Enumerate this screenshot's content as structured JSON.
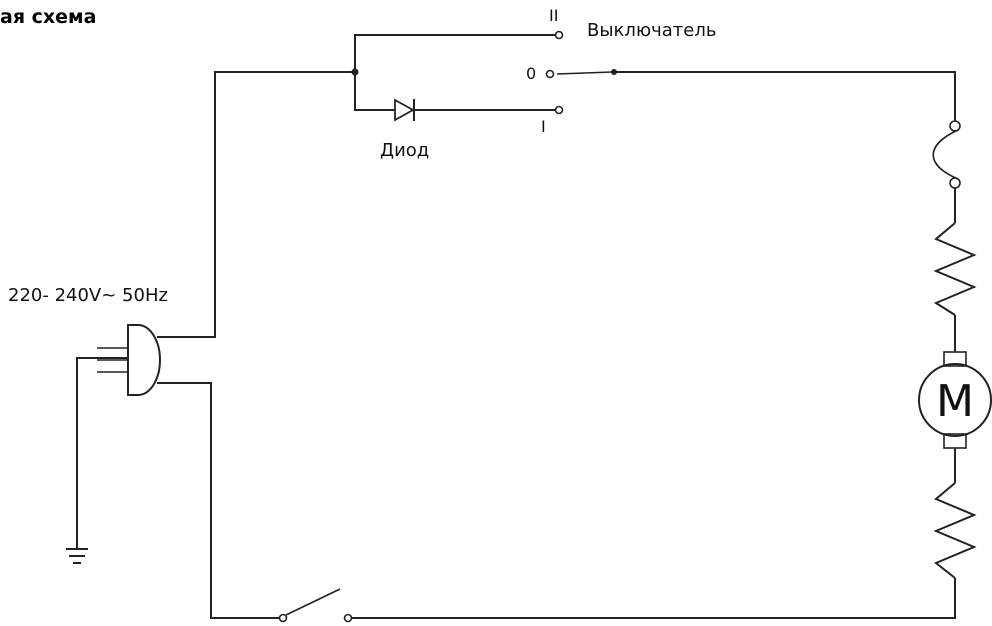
{
  "heading": "ая схема",
  "labels": {
    "voltage": "220- 240V~ 50Hz",
    "switch": "Выключатель",
    "diode": "Диод",
    "motor": "M",
    "pos_two": "II",
    "pos_zero": "0",
    "pos_one": "I"
  }
}
